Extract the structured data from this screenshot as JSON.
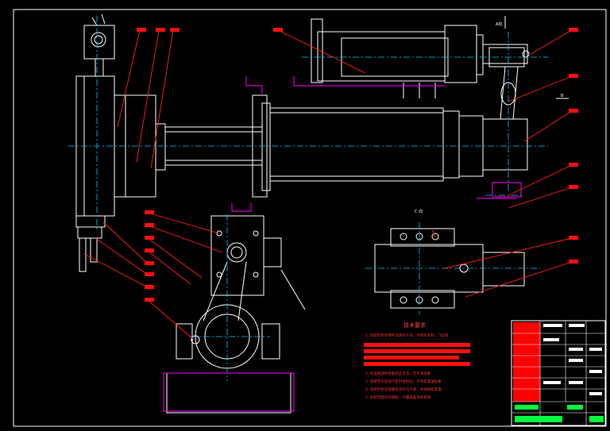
{
  "drawing": {
    "section_label_a": "A向",
    "section_label_b": "B",
    "view_label_c": "C 向",
    "notes_title": "技术要求",
    "notes": [
      "1. 装配前所有零件须清洗干净，不得有毛刺，飞边等",
      "2. 各运动部件装配后应灵活，无卡滞现象",
      "3. 装配完毕后进行密封性检验，不得有漏油现象",
      "4. 装配时各连接螺栓须均匀拧紧，并加防松装置",
      "5. 各配合面涂润滑脂，外露表面涂防锈漆"
    ]
  },
  "colors": {
    "background": "#000000",
    "outline": "#ffffff",
    "centerline": "#00c8ff",
    "leader": "#ff2020",
    "hidden": "#ff00ff",
    "title_block": "#ff0000",
    "title_green": "#00ff40"
  }
}
